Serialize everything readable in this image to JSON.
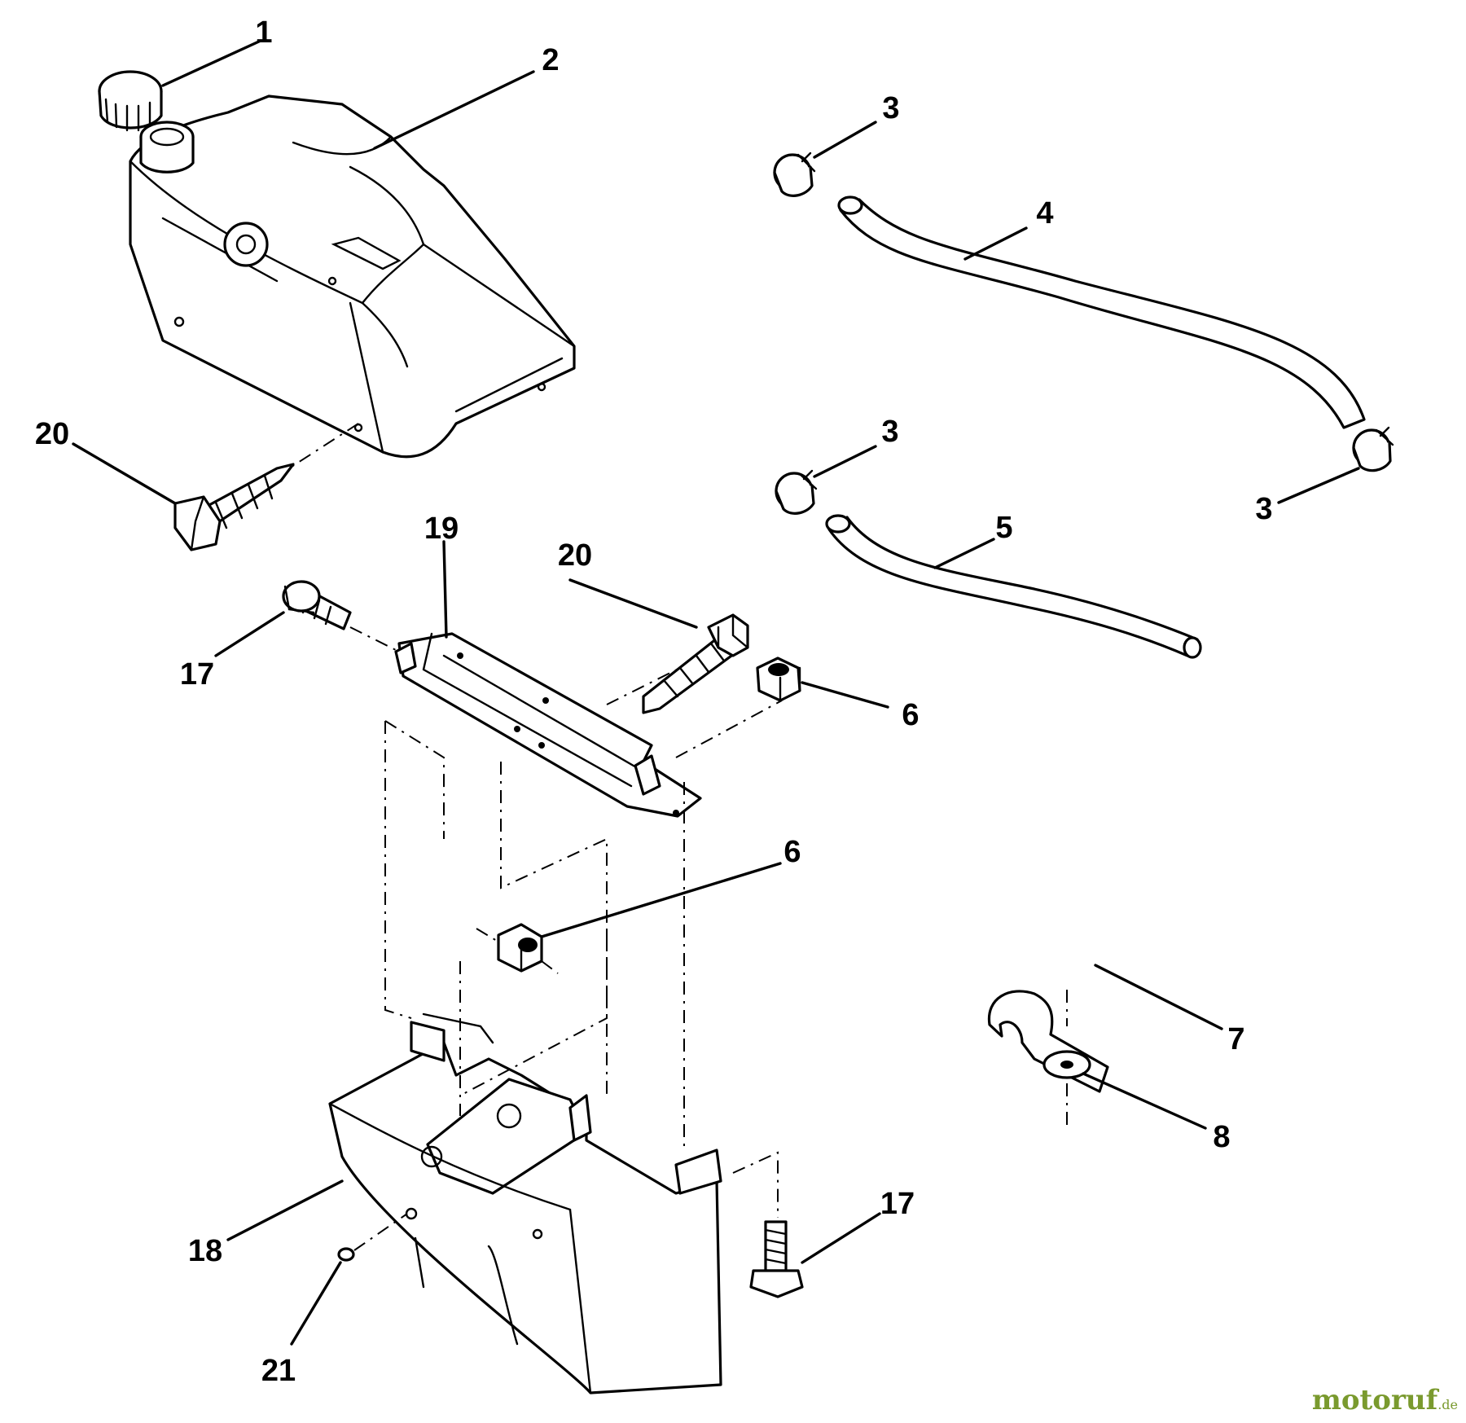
{
  "callouts": {
    "c1": "1",
    "c2": "2",
    "c3a": "3",
    "c3b": "3",
    "c3c": "3",
    "c4": "4",
    "c5": "5",
    "c6a": "6",
    "c6b": "6",
    "c7": "7",
    "c8": "8",
    "c17a": "17",
    "c17b": "17",
    "c18": "18",
    "c19": "19",
    "c20a": "20",
    "c20b": "20",
    "c21": "21"
  },
  "watermark": {
    "main": "motoruf",
    "tld": ".de"
  },
  "colors": {
    "line": "#000000",
    "background": "#ffffff",
    "watermark": "#7a9a2e"
  }
}
